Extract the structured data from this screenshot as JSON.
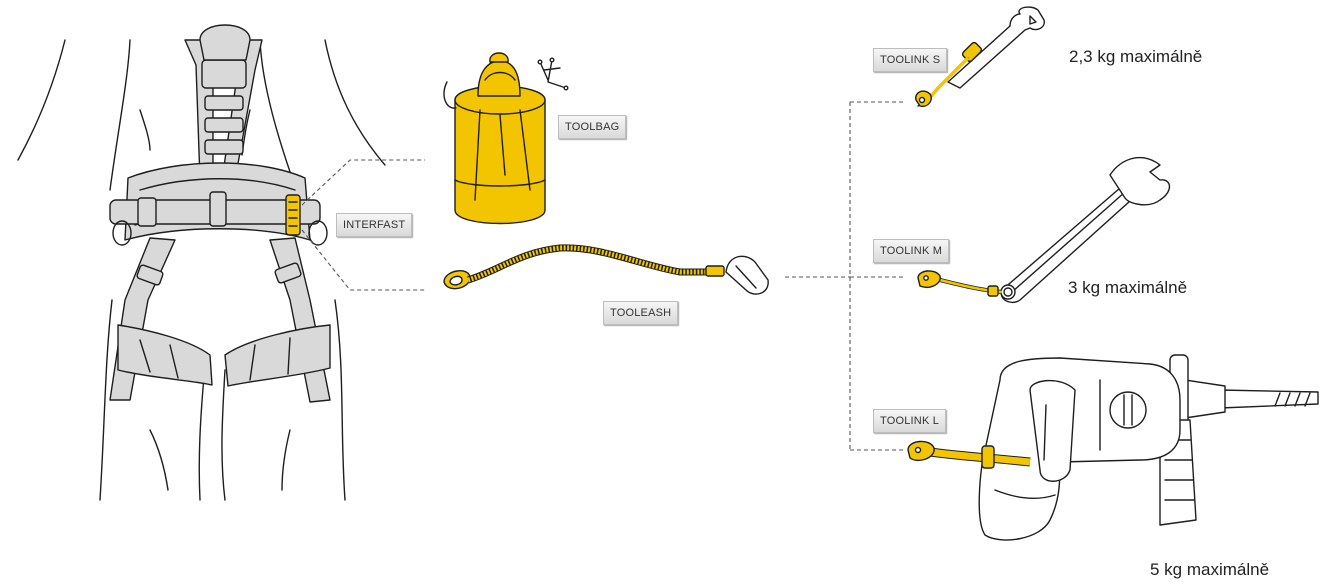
{
  "labels": {
    "toolbag": "TOOLBAG",
    "interfast": "INTERFAST",
    "tooleash": "TOOLEASH",
    "toolink_s": "TOOLINK S",
    "toolink_m": "TOOLINK M",
    "toolink_l": "TOOLINK L"
  },
  "capacities": {
    "s": "2,3 kg maximálně",
    "m": "3 kg maximálně",
    "l": "5 kg maximálně"
  },
  "colors": {
    "accent_yellow": "#f2c500",
    "harness_gray": "#d9d9d9",
    "outline": "#1e1e1e",
    "leader_line": "#555555"
  }
}
